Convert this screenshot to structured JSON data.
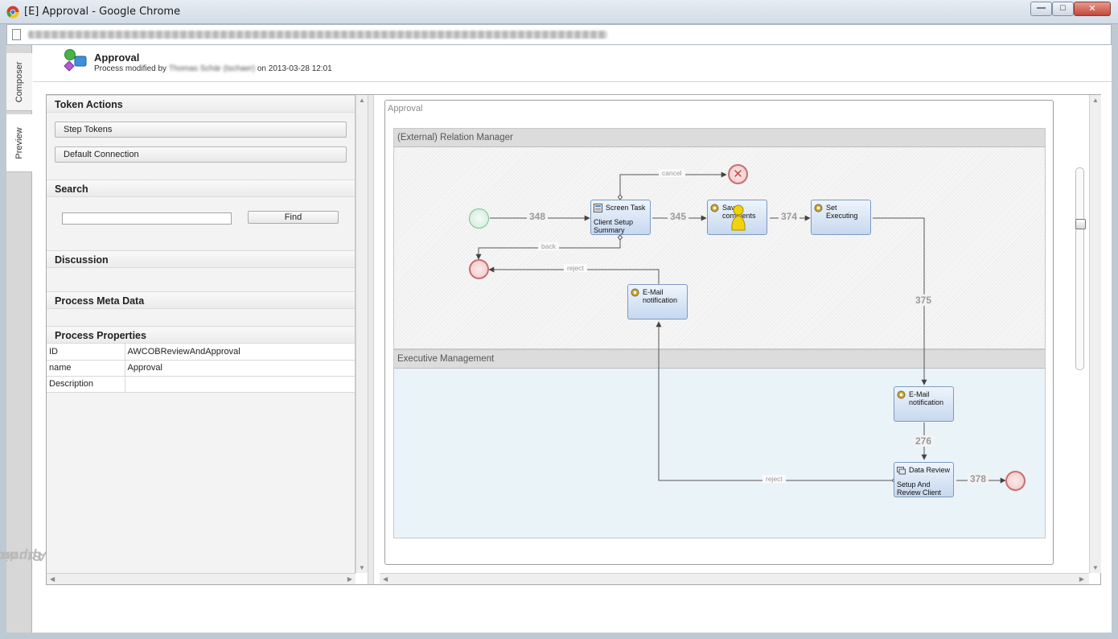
{
  "window": {
    "title": "[E] Approval - Google Chrome",
    "url": "www.example-appway.com/admin/process/editor.jsp?type=ProfProfile-AWCOBReviewAndApproval&act=Token-BMP00"
  },
  "rail": {
    "tabs": [
      "Composer",
      "Preview"
    ],
    "brand_studio": "Studio",
    "brand_name": "Appway"
  },
  "header": {
    "title": "Approval",
    "subtitle_prefix": "Process modified by",
    "author": "Thomas Schär (tschaer)",
    "subtitle_on": "on 2013-03-28 12:01"
  },
  "panel": {
    "token_actions": {
      "heading": "Token Actions",
      "buttons": [
        "Step Tokens",
        "Default Connection"
      ]
    },
    "search": {
      "heading": "Search",
      "input_value": "",
      "find_label": "Find"
    },
    "discussion": {
      "heading": "Discussion"
    },
    "meta": {
      "heading": "Process Meta Data"
    },
    "properties": {
      "heading": "Process Properties",
      "rows": [
        {
          "key": "ID",
          "value": "AWCOBReviewAndApproval"
        },
        {
          "key": "name",
          "value": "Approval"
        },
        {
          "key": "Description",
          "value": ""
        }
      ]
    }
  },
  "diagram": {
    "title": "Approval",
    "lanes": [
      "(External) Relation Manager",
      "Executive Management"
    ],
    "tasks": {
      "screen_task": {
        "type": "Screen Task",
        "line1": "Client Setup",
        "line2": "Summary"
      },
      "save_comments": {
        "line1": "Save",
        "line2": "comments"
      },
      "set_executing": {
        "line1": "Set",
        "line2": "Executing"
      },
      "email_rm": {
        "line1": "E-Mail",
        "line2": "notification"
      },
      "email_exec": {
        "line1": "E-Mail",
        "line2": "notification"
      },
      "data_review": {
        "type": "Data Review",
        "line1": "Setup And",
        "line2": "Review Client"
      }
    },
    "sequence_labels": [
      "348",
      "345",
      "374",
      "375",
      "276",
      "378"
    ],
    "flow_labels": {
      "cancel": "cancel",
      "back": "back",
      "reject_top": "reject",
      "reject_bottom": "reject"
    },
    "colors": {
      "start": "#7cbf90",
      "end": "#c86f6f",
      "task_border": "#7c9abf",
      "token": "#f1d20f"
    }
  }
}
